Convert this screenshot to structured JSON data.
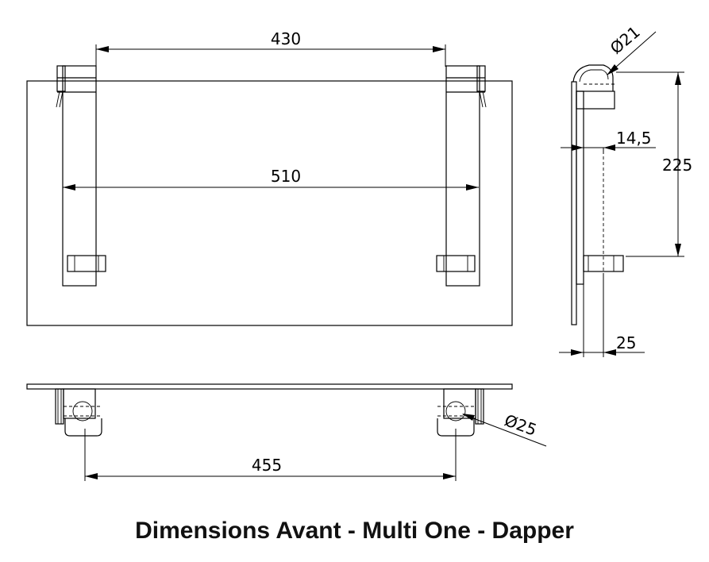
{
  "caption": "Dimensions Avant - Multi One - Dapper",
  "dimensions": {
    "front_top_width": "430",
    "front_inner_width": "510",
    "side_diameter_top": "Ø21",
    "side_offset": "14,5",
    "side_height": "225",
    "side_depth": "25",
    "bottom_diameter": "Ø25",
    "bottom_width": "455"
  }
}
